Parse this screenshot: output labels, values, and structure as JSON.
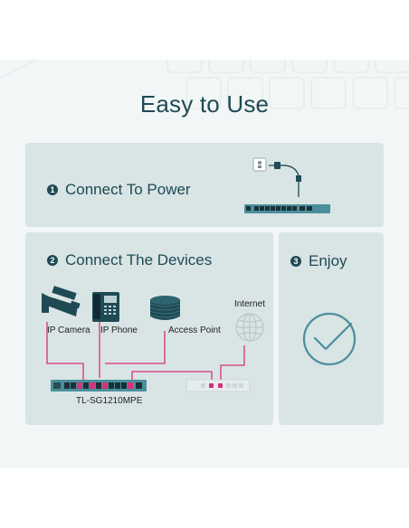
{
  "title": "Easy to Use",
  "steps": [
    {
      "number": "1",
      "label": "Connect To Power"
    },
    {
      "number": "2",
      "label": "Connect The Devices"
    },
    {
      "number": "3",
      "label": "Enjoy"
    }
  ],
  "devices": {
    "ip_camera": "IP Camera",
    "ip_phone": "IP Phone",
    "access_point": "Access Point",
    "internet": "Internet",
    "switch_model": "TL-SG1210MPE"
  },
  "colors": {
    "title": "#1e4a55",
    "panel": "#d9e4e5",
    "switch_body": "#4a8f9b",
    "cable": "#d6317c",
    "check": "#4a8f9b"
  },
  "icons": [
    "power-outlet-icon",
    "power-plug-icon",
    "ip-camera-icon",
    "ip-phone-icon",
    "access-point-icon",
    "globe-icon",
    "checkmark-badge-icon"
  ]
}
